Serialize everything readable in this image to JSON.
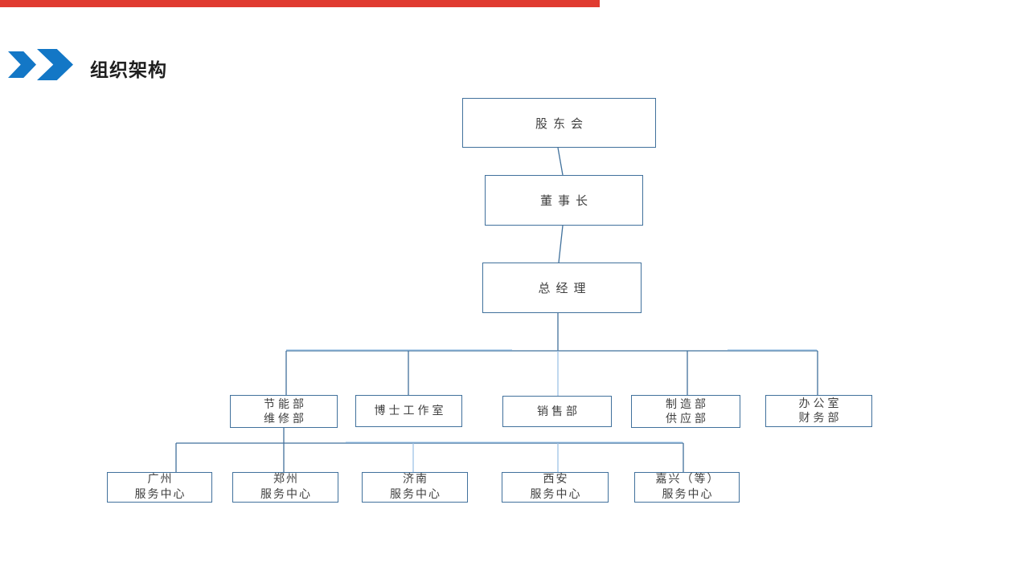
{
  "theme": {
    "topbar_color": "#e03b30",
    "accent_blue": "#1377c6",
    "line_color": "#41719c",
    "line_color_light": "#9dc3e6",
    "box_border_color": "#41719c",
    "box_text_color": "#404040",
    "title_color": "#1f1f1f",
    "background": "#ffffff"
  },
  "header": {
    "title": "组织架构"
  },
  "chart": {
    "type": "org-chart",
    "nodes": {
      "shareholders": {
        "label": "股东会"
      },
      "chairman": {
        "label": "董事长"
      },
      "general_manager": {
        "label": "总经理"
      },
      "dept_energy": {
        "line1": "节能部",
        "line2": "维修部"
      },
      "dept_doctor_studio": {
        "line1": "博士工作室",
        "line2": ""
      },
      "dept_sales": {
        "line1": "销售部",
        "line2": ""
      },
      "dept_manufacturing": {
        "line1": "制造部",
        "line2": "供应部"
      },
      "dept_office": {
        "line1": "办公室",
        "line2": "财务部"
      },
      "svc_guangzhou": {
        "line1": "广州",
        "line2": "服务中心"
      },
      "svc_zhengzhou": {
        "line1": "郑州",
        "line2": "服务中心"
      },
      "svc_jinan": {
        "line1": "济南",
        "line2": "服务中心"
      },
      "svc_xian": {
        "line1": "西安",
        "line2": "服务中心"
      },
      "svc_jiaxing": {
        "line1": "嘉兴（等）",
        "line2": "服务中心"
      }
    }
  }
}
